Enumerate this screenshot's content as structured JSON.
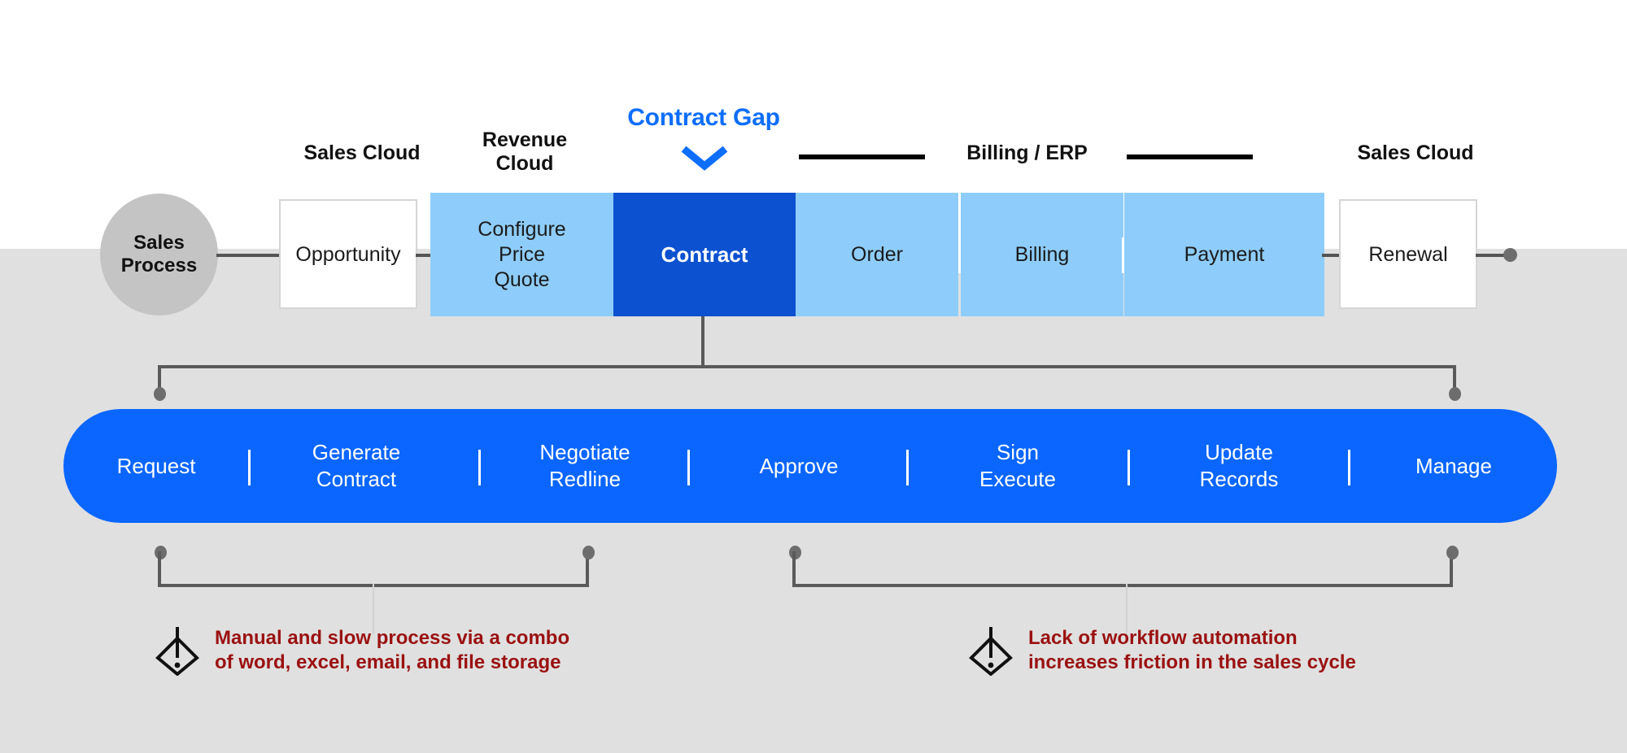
{
  "palette": {
    "page_top_bg": "#ffffff",
    "page_bottom_bg": "#e0e0e0",
    "accent_blue": "#0d6efd",
    "segment_light_blue": "#8ecdfb",
    "segment_dark_blue": "#0b51d0",
    "pill_blue": "#0a66ff",
    "callout_red": "#9b1111",
    "connector_gray": "#5a5a5a",
    "ellipse_gray": "#c4c4c4"
  },
  "headers": [
    {
      "label": "Sales Cloud"
    },
    {
      "label": "Revenue\nCloud"
    },
    {
      "label": "Contract Gap"
    },
    {
      "label": "Billing / ERP"
    },
    {
      "label": "Sales Cloud"
    }
  ],
  "gap_header": {
    "label": "Contract Gap",
    "icon": "chevron-down-icon"
  },
  "process": {
    "start_node": "Sales\nProcess",
    "stages": [
      {
        "label": "Opportunity",
        "style": "white-box"
      },
      {
        "label": "Configure\nPrice\nQuote",
        "style": "light-blue"
      },
      {
        "label": "Contract",
        "style": "dark-blue"
      },
      {
        "label": "Order",
        "style": "light-blue"
      },
      {
        "label": "Billing",
        "style": "light-blue"
      },
      {
        "label": "Payment",
        "style": "light-blue"
      },
      {
        "label": "Renewal",
        "style": "white-box"
      }
    ]
  },
  "contract_lifecycle": {
    "steps": [
      {
        "label": "Request"
      },
      {
        "label": "Generate\nContract"
      },
      {
        "label": "Negotiate\nRedline"
      },
      {
        "label": "Approve"
      },
      {
        "label": "Sign\nExecute"
      },
      {
        "label": "Update\nRecords"
      },
      {
        "label": "Manage"
      }
    ]
  },
  "callouts": [
    {
      "icon": "warning-diamond-icon",
      "text": "Manual and slow process via a combo\nof word, excel, email, and file storage"
    },
    {
      "icon": "warning-diamond-icon",
      "text": "Lack of workflow automation\nincreases friction in the sales cycle"
    }
  ]
}
